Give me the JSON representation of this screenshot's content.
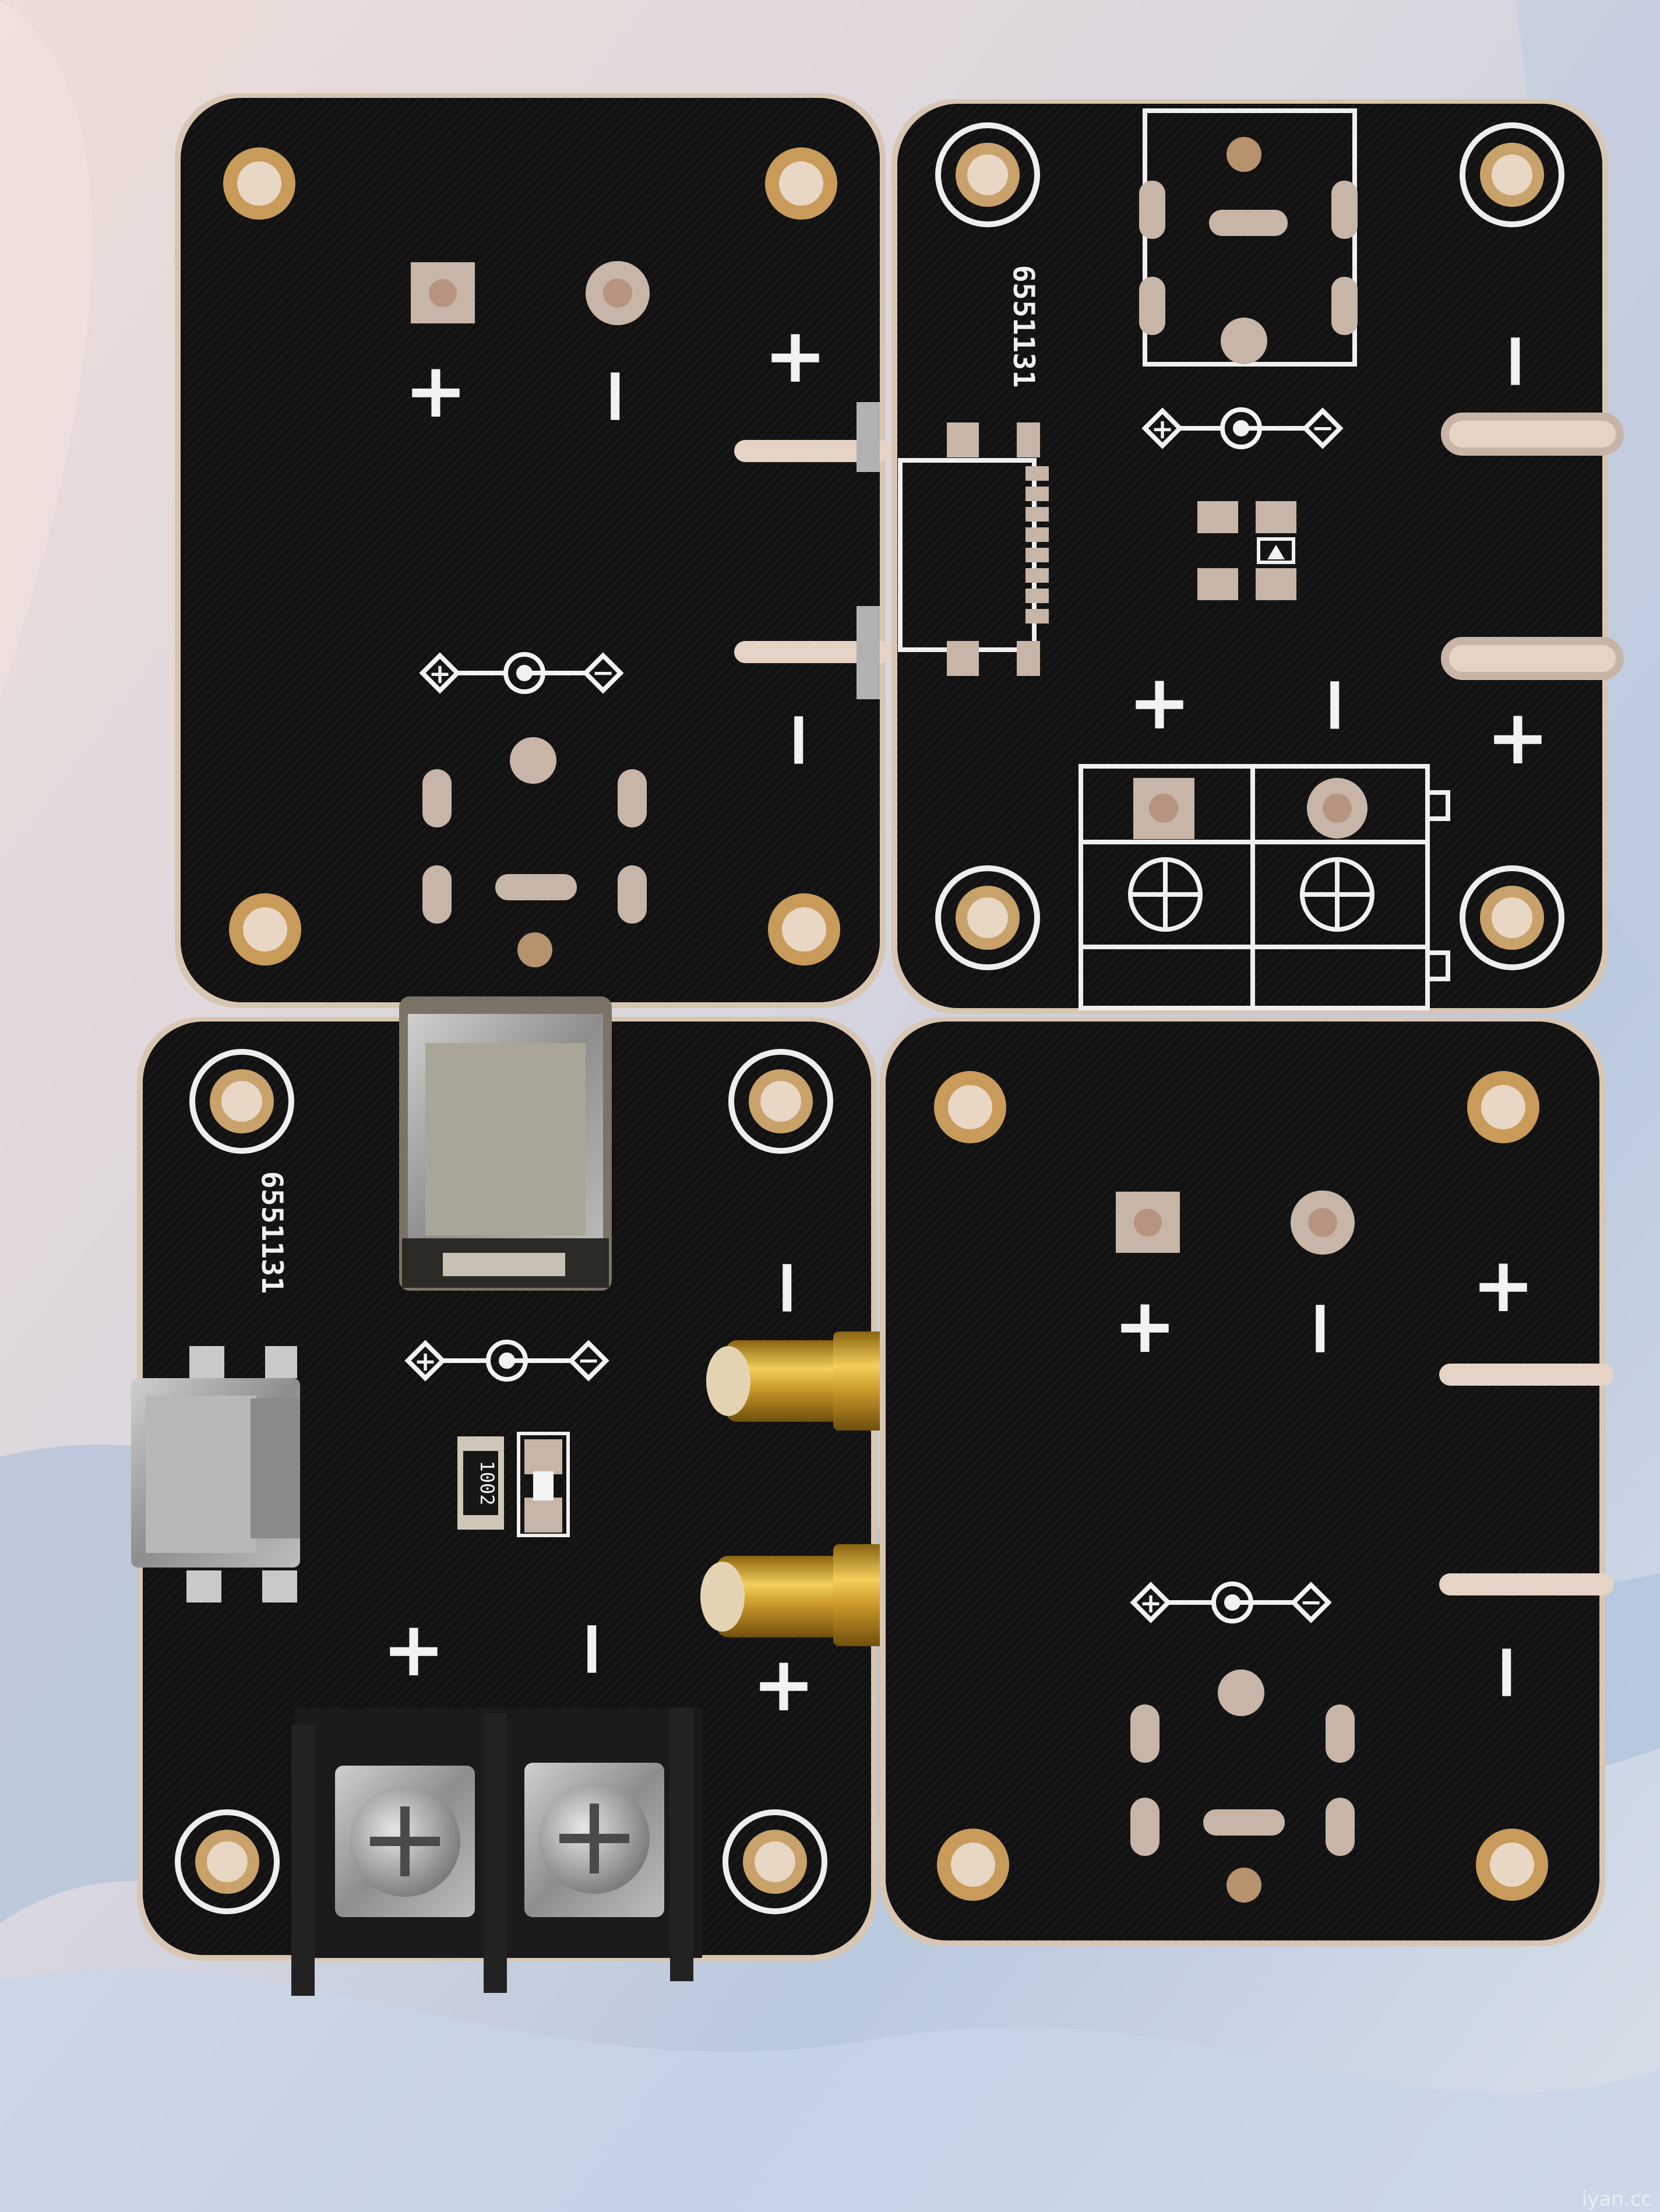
{
  "photo": {
    "background_colors": [
      "#e8d8d4",
      "#c9d4e4",
      "#9db4cf",
      "#f2e6e0"
    ],
    "pcb_color": "#141414",
    "silkscreen_color": "#f2f2f2"
  },
  "boards": {
    "top_left": {
      "labels": {
        "plus_a": "+",
        "minus_a": "−",
        "plus_b": "+",
        "minus_b": "−"
      }
    },
    "top_right": {
      "serial": "6551131",
      "labels": {
        "minus_a": "−",
        "plus_a": "+",
        "minus_b": "−",
        "plus_b": "+"
      }
    },
    "bottom_left": {
      "serial": "6551131",
      "resistor_code": "1002",
      "labels": {
        "minus_a": "−",
        "plus_a": "+",
        "minus_b": "−",
        "plus_b": "+"
      }
    },
    "bottom_right": {
      "labels": {
        "plus_a": "+",
        "minus_a": "−",
        "plus_b": "+",
        "minus_b": "−"
      }
    }
  },
  "polarity_symbol": {
    "plus": "+",
    "minus": "−"
  },
  "watermark": "iyan.cc"
}
